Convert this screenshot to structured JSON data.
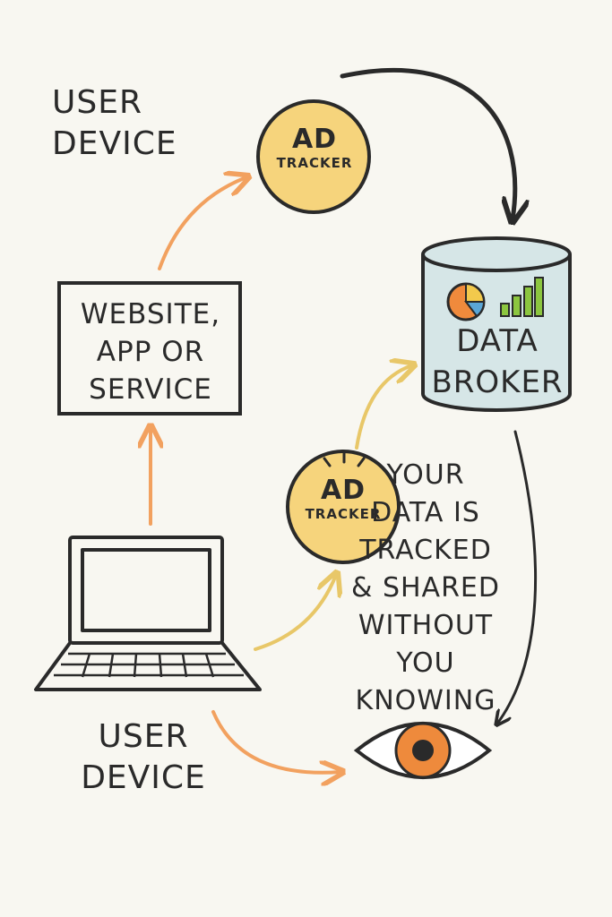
{
  "diagram": {
    "user_device_top": [
      "USER",
      "DEVICE"
    ],
    "user_device_bottom": [
      "USER",
      "DEVICE"
    ],
    "website_box": [
      "WEBSITE,",
      "APP OR",
      "SERVICE"
    ],
    "ad_tracker_top": {
      "big": "AD",
      "small": "TRACKER"
    },
    "ad_tracker_bottom": {
      "big": "AD",
      "small": "TRACKER"
    },
    "data_broker": [
      "DATA",
      "BROKER"
    ],
    "caption": [
      "YOUR",
      "DATA IS",
      "TRACKED",
      "& SHARED",
      "WITHOUT",
      "YOU KNOWING"
    ]
  },
  "colors": {
    "ink": "#2a2a2a",
    "orange_arrow": "#f2a15f",
    "yellow_arrow": "#e8c768",
    "tracker_fill": "#f6d47c",
    "broker_fill": "#d6e6e7",
    "eye_iris": "#ee8a3c",
    "chart_green": "#8cc63f",
    "chart_blue": "#5aa6d6",
    "chart_orange": "#f08a3c",
    "chart_yellow": "#f2c94c"
  },
  "icons": {
    "device": "laptop-icon",
    "watcher": "eye-icon",
    "broker": "database-cylinder-icon",
    "broker_chart": "pie-and-bar-chart-icon",
    "tracker_rays": "sparkle-rays-icon"
  }
}
